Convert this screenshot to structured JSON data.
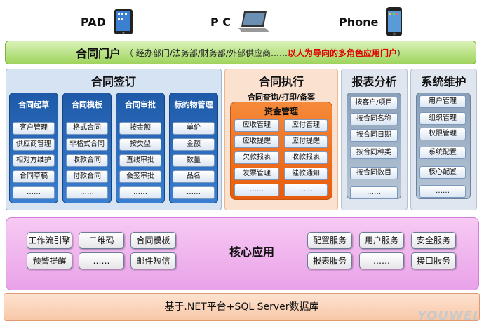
{
  "devices": {
    "pad": "PAD",
    "pc": "P C",
    "phone": "Phone"
  },
  "portal": {
    "title": "合同门户",
    "subtitle": "（ 经办部门/法务部/财务部/外部供应商……",
    "highlight": "以人为导向的多角色应用门户",
    "close": "）"
  },
  "sign": {
    "title": "合同签订",
    "columns": [
      {
        "header": "合同起草",
        "items": [
          "客户管理",
          "供应商管理",
          "相对方维护",
          "合同草稿",
          "……"
        ]
      },
      {
        "header": "合同模板",
        "items": [
          "格式合同",
          "非格式合同",
          "收款合同",
          "付款合同",
          "……"
        ]
      },
      {
        "header": "合同审批",
        "items": [
          "按金额",
          "按类型",
          "直线审批",
          "会签审批",
          "……"
        ]
      },
      {
        "header": "标的物管理",
        "items": [
          "单价",
          "金额",
          "数量",
          "品名",
          "……"
        ]
      }
    ]
  },
  "exec": {
    "title": "合同执行",
    "subtitle": "合同查询/打印/备案",
    "fund_title": "资金管理",
    "left": [
      "应收管理",
      "应收提醒",
      "欠款报表",
      "发票管理",
      "……"
    ],
    "right": [
      "应付管理",
      "应付提醒",
      "收款报表",
      "催款通知",
      "……"
    ]
  },
  "report": {
    "title": "报表分析",
    "items": [
      "按客户/项目",
      "按合同名称",
      "按合同日期",
      "按合同种类",
      "按合同数目",
      "……"
    ]
  },
  "sys": {
    "title": "系统维护",
    "items": [
      "用户管理",
      "组织管理",
      "权限管理",
      "系统配置",
      "核心配置",
      "……"
    ]
  },
  "core": {
    "title": "核心应用",
    "left": [
      "工作流引擎",
      "二维码",
      "合同模板",
      "预警提醒",
      "……",
      "邮件短信"
    ],
    "right": [
      "配置服务",
      "用户服务",
      "安全服务",
      "报表服务",
      "……",
      "接口服务"
    ]
  },
  "base": "基于.NET平台+SQL Server数据库",
  "watermark": "YOUWEI"
}
